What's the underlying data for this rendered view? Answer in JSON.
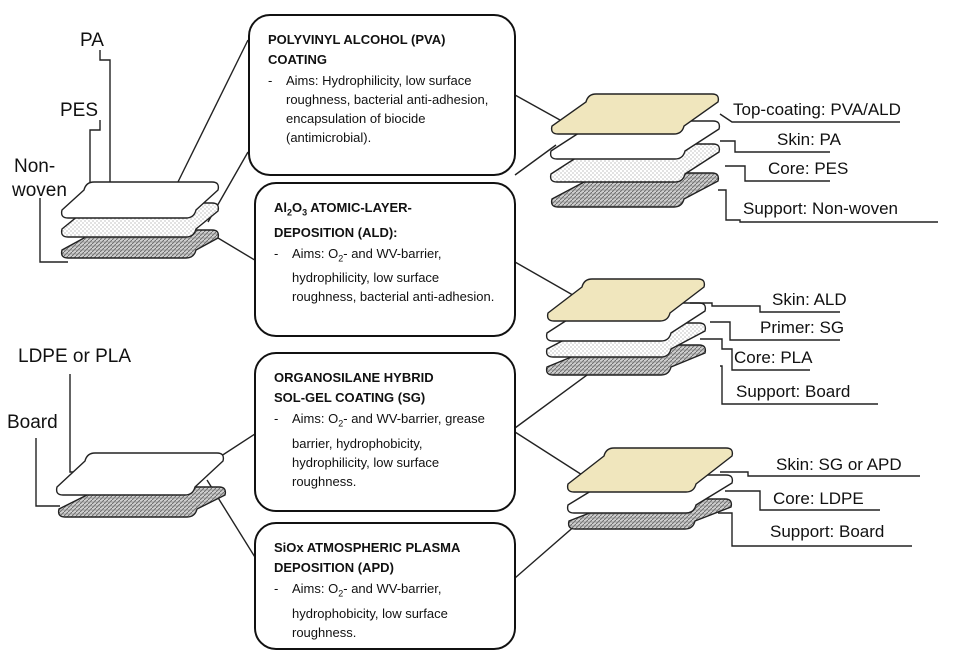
{
  "left_labels": {
    "pa": "PA",
    "pes": "PES",
    "nonwoven_line1": "Non-",
    "nonwoven_line2": "woven",
    "ldpe_or_pla": "LDPE or PLA",
    "board": "Board"
  },
  "boxes": [
    {
      "title_line1": "POLYVINYL ALCOHOL (PVA)",
      "title_line2": "COATING",
      "bullet": "-",
      "aims": "Aims: Hydrophilicity, low surface roughness, bacterial anti-adhesion, encapsulation of biocide (antimicrobial)."
    },
    {
      "title_pre": "Al",
      "title_sub1": "2",
      "title_mid": "O",
      "title_sub2": "3",
      "title_post": " ATOMIC-LAYER-",
      "title_line2": "DEPOSITION (ALD):",
      "bullet": "-",
      "aims_pre": "Aims: O",
      "aims_sub": "2",
      "aims_post": "- and WV-barrier, hydrophilicity, low surface roughness, bacterial anti-adhesion."
    },
    {
      "title_line1": "ORGANOSILANE HYBRID",
      "title_line2": "SOL-GEL COATING (SG)",
      "bullet": "-",
      "aims_pre": "Aims: O",
      "aims_sub": "2",
      "aims_post": "- and WV-barrier, grease barrier, hydrophobicity, hydrophilicity, low surface roughness."
    },
    {
      "title_line1": "SiOx ATMOSPHERIC PLASMA",
      "title_line2": "DEPOSITION (APD)",
      "bullet": "-",
      "aims_pre": "Aims: O",
      "aims_sub": "2",
      "aims_post": "- and WV-barrier, hydrophobicity, low surface roughness."
    }
  ],
  "stack1": [
    {
      "role": "Top-coating:",
      "material": "PVA/ALD"
    },
    {
      "role": "Skin:",
      "material": "PA"
    },
    {
      "role": "Core:",
      "material": "PES"
    },
    {
      "role": "Support:",
      "material": "Non-woven"
    }
  ],
  "stack2": [
    {
      "role": "Skin:",
      "material": "ALD"
    },
    {
      "role": "Primer:",
      "material": "SG"
    },
    {
      "role": "Core:",
      "material": "PLA"
    },
    {
      "role": "Support:",
      "material": "Board"
    }
  ],
  "stack3": [
    {
      "role": "Skin:",
      "material": "SG or APD"
    },
    {
      "role": "Core:",
      "material": "LDPE"
    },
    {
      "role": "Support:",
      "material": "Board"
    }
  ],
  "colors": {
    "coating_fill": "#f0e6bd",
    "plain_fill": "#ffffff",
    "dotted_fill": "#ebebeb",
    "hatched_fill": "#a0a0a0",
    "stroke": "#222222"
  }
}
